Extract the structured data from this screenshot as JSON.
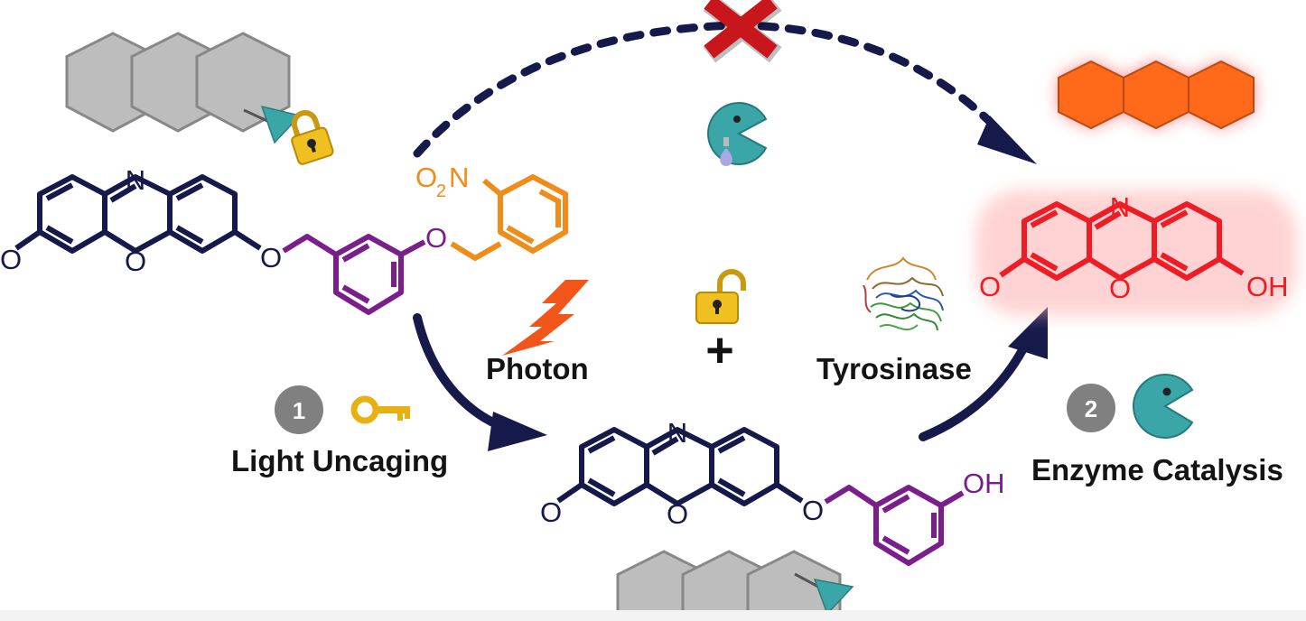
{
  "labels": {
    "photon": "Photon",
    "tyrosinase": "Tyrosinase",
    "plus": "+",
    "step1_number": "1",
    "step1_text": "Light Uncaging",
    "step2_number": "2",
    "step2_text": "Enzyme Catalysis"
  },
  "atoms": {
    "n": "N",
    "o": "O",
    "oh": "OH",
    "nitro_o": "O",
    "nitro_sub": "2",
    "nitro_n": "N"
  },
  "colors": {
    "dark_navy": "#151a4a",
    "purple": "#7a1e8c",
    "orange": "#f08c19",
    "product_red": "#ee1c24",
    "glow": "#ff9a9a",
    "gray_hex": "#bdbdbd",
    "orange_hex": "#ff6a1a",
    "teal": "#3aa6a8",
    "gold": "#f0c020",
    "cross_red": "#c8161c",
    "step_circle": "#808080"
  },
  "icons": [
    "lock-icon",
    "unlock-icon",
    "key-icon",
    "pacman-enzyme-icon",
    "lightning-icon",
    "protein-structure-icon",
    "cross-icon"
  ]
}
